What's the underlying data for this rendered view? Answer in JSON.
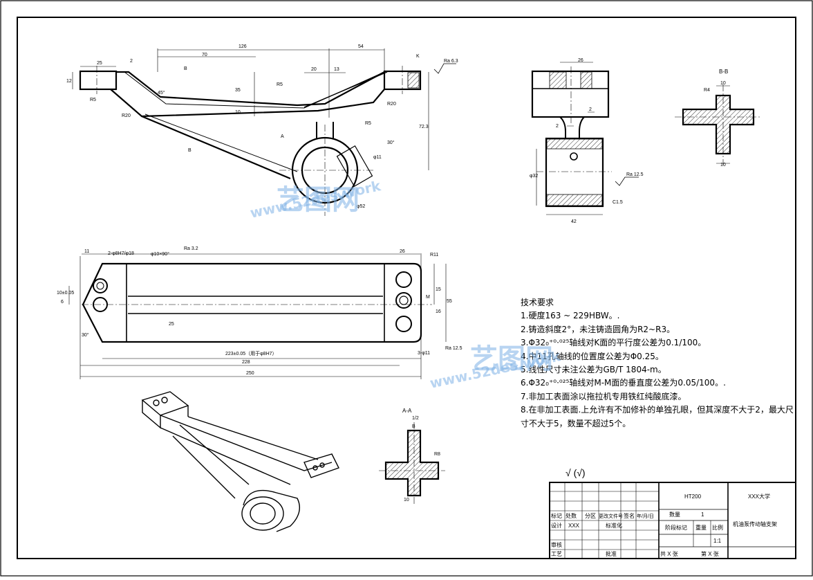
{
  "drawing": {
    "top_view": {
      "dims": [
        "25",
        "2",
        "70",
        "126",
        "54",
        "20",
        "13",
        "12",
        "45°",
        "35",
        "10",
        "R5",
        "R20",
        "R20",
        "R5",
        "R5",
        "72.3",
        "A",
        "B",
        "B",
        "K",
        "Ra 6.3",
        "φ11",
        "30°",
        "φ52"
      ]
    },
    "plan_view": {
      "dims": [
        "11",
        "2-φ8H7/φ18",
        "Ra 3.2",
        "φ10×90°",
        "26",
        "R11",
        "10±0.05",
        "6",
        "30°",
        "25",
        "15",
        "M",
        "16",
        "55",
        "223±0.05（用于φ8H7）",
        "228",
        "250",
        "3-φ11",
        "Ra 12.5"
      ]
    },
    "side_view": {
      "dims": [
        "26",
        "2",
        "2",
        "φ32",
        "Ra 12.5",
        "C1.5",
        "42"
      ]
    },
    "section_bb": {
      "title": "B-B",
      "dims": [
        "R4",
        "10",
        "10"
      ]
    },
    "section_aa": {
      "title": "A-A",
      "scale": "1/2",
      "dims": [
        "B",
        "R8",
        "10"
      ]
    },
    "roughness_note": "√ (√)"
  },
  "tech_requirements": {
    "title": "技术要求",
    "items": [
      "1.硬度163 ~ 229HBW。.",
      "2.铸造斜度2°，未注铸造圆角为R2~R3。",
      "3.Φ32₀⁺⁰·⁰²⁵轴线对K面的平行度公差为0.1/100。",
      "4.中11孔轴线的位置度公差为Φ0.25。",
      "5.线性尺寸未注公差为GB/T 1804-m。",
      "6.Φ32₀⁺⁰·⁰²⁵轴线对M-M面的垂直度公差为0.05/100。.",
      "7.非加工表面涂以拖拉机专用铁红纯酸底漆。",
      "8.在非加工表面.上允许有不加修补的单独孔眼，但其深度不大于2，最大尺寸不大于5，数量不超过5个。"
    ]
  },
  "title_block": {
    "material": "HT200",
    "school": "XXX大学",
    "part_name": "机油泵传动轴支架",
    "headers": [
      "标记",
      "处数",
      "分区",
      "更改文件号",
      "签名",
      "年/月/日"
    ],
    "design_label": "设计",
    "designer": "XXX",
    "standardization": "标准化",
    "review": "审核",
    "process": "工艺",
    "approve": "批准",
    "quantity_label": "数量",
    "quantity": "1",
    "stage_label": "阶段标记",
    "weight_label": "重量",
    "ratio_label": "比例",
    "ratio": "1:1",
    "total_sheets": "共 X 张",
    "sheet_no": "第 X 张"
  },
  "watermark": {
    "brand": "艺图网",
    "url": "www.52des.work"
  },
  "colors": {
    "line": "#000000",
    "watermark": "#7fb2e6"
  }
}
